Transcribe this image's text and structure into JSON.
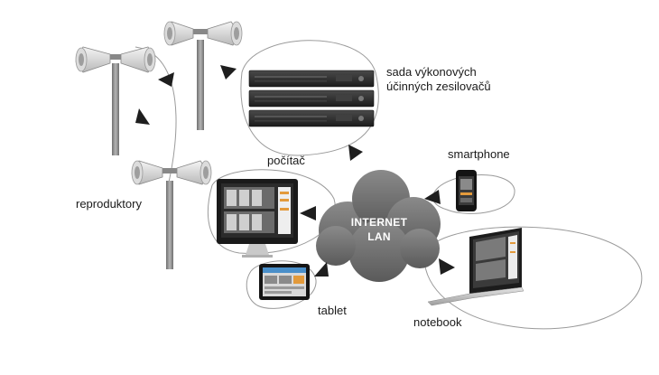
{
  "labels": {
    "amplifiers_line1": "sada výkonových",
    "amplifiers_line2": "účinných zesilovačů",
    "computer": "počítač",
    "smartphone": "smartphone",
    "speakers": "reproduktory",
    "tablet": "tablet",
    "notebook": "notebook"
  },
  "cloud": {
    "line1": "INTERNET",
    "line2": "LAN"
  },
  "colors": {
    "cloud_fill": "#6e6e6e",
    "loop_stroke": "#9a9a9a",
    "arrow_fill": "#1e1e1e",
    "amp_body": "#2e2e2e",
    "pole": "#8c8c8c",
    "screen_bg": "#2a2a2a",
    "ui_orange": "#e39a3b"
  }
}
